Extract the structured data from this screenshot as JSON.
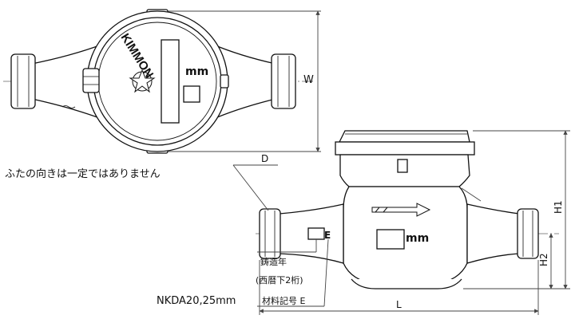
{
  "top_view": {
    "brand_text": "KIMMON",
    "unit_label": "mm",
    "width_dim_label": "W"
  },
  "front_view": {
    "unit_label": "mm",
    "diameter_label": "D",
    "height1_label": "H1",
    "height2_label": "H2",
    "length_label": "L",
    "material_letter": "E"
  },
  "notes": {
    "cover_orientation": "ふたの向きは一定ではありません",
    "model": "NKDA20,25mm",
    "cast_year": "鋳造年",
    "cast_year_detail": "(西暦下2桁)",
    "material_code": "材料記号 E"
  },
  "colors": {
    "line": "#111111",
    "dim_line": "#444444",
    "fill": "#ffffff",
    "shade": "#d8d8d8"
  }
}
